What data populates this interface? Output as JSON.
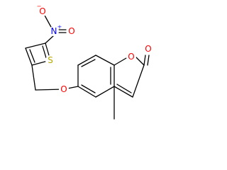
{
  "molecule": {
    "colors": {
      "bond": "#000000",
      "oxygen": "#ff0000",
      "nitrogen": "#0000ff",
      "sulfur": "#b5a800",
      "background": "#ffffff"
    },
    "labels": {
      "nitro_oxygen": "O",
      "nitro_oxygen_charge": "−",
      "nitro_nitrogen": "N",
      "nitro_nitrogen_charge": "+",
      "nitro_double_oxygen": "O",
      "thiophene_sulfur": "S",
      "ether_oxygen": "O",
      "ring_oxygen": "O",
      "carbonyl_oxygen": "O"
    }
  }
}
